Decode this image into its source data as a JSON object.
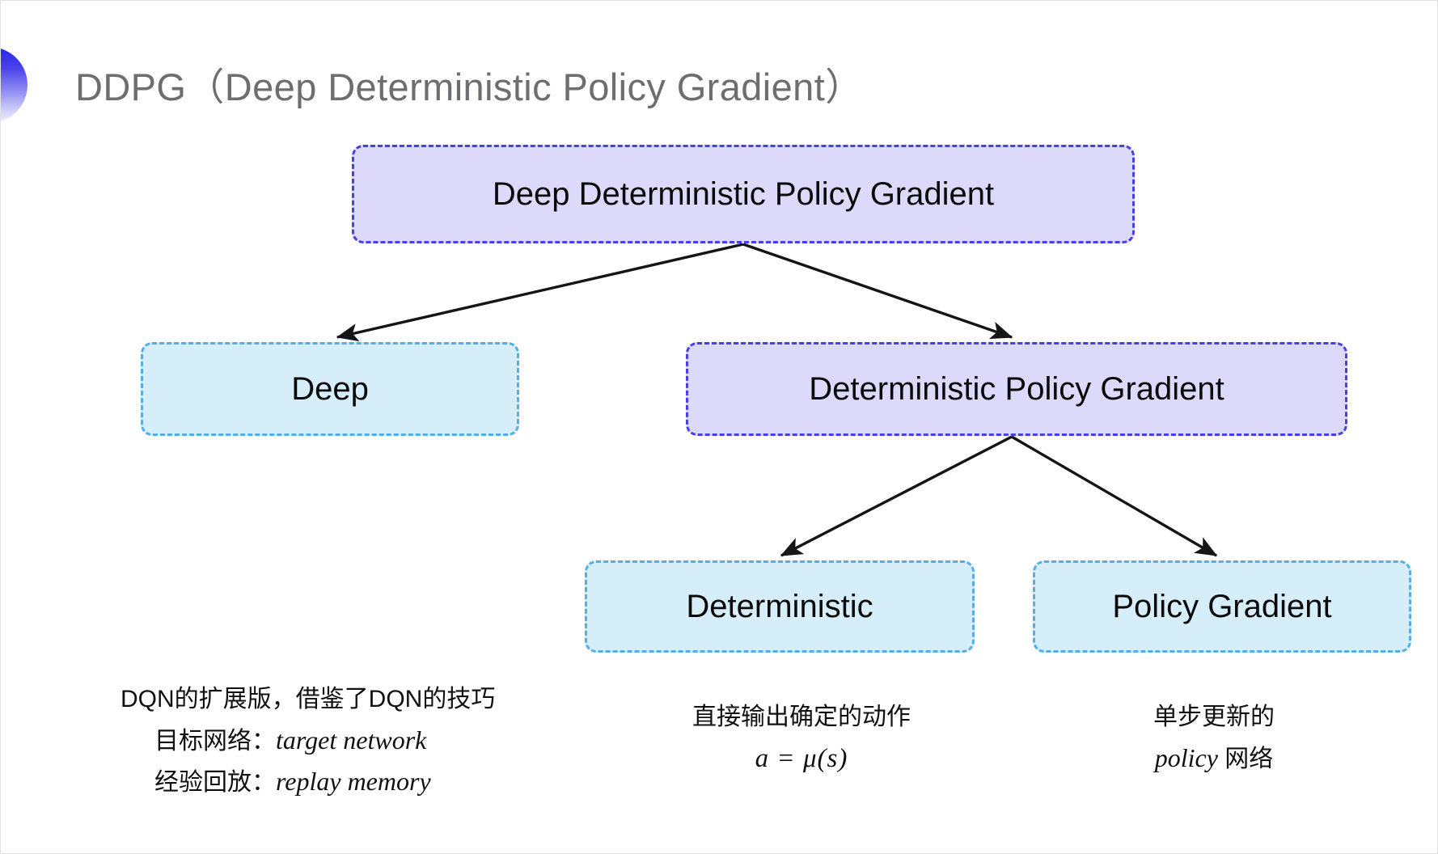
{
  "slide": {
    "title": "DDPG（Deep Deterministic Policy Gradient）",
    "bullet_icon": "half-circle-bullet-icon",
    "background_color": "#ffffff"
  },
  "colors": {
    "purple_fill": "#ddd9fb",
    "purple_border": "#4840e4",
    "blue_fill": "#d6edfa",
    "blue_border": "#56aee6",
    "title_text": "#6e6e72",
    "arrow": "#151515"
  },
  "diagram": {
    "type": "tree",
    "nodes": [
      {
        "id": "root",
        "label": "Deep Deterministic Policy Gradient",
        "style": "purple",
        "level": 0
      },
      {
        "id": "deep",
        "label": "Deep",
        "style": "blue",
        "level": 1
      },
      {
        "id": "dpg",
        "label": "Deterministic Policy Gradient",
        "style": "purple",
        "level": 1
      },
      {
        "id": "deterministic",
        "label": "Deterministic",
        "style": "blue",
        "level": 2
      },
      {
        "id": "policy_gradient",
        "label": "Policy Gradient",
        "style": "blue",
        "level": 2
      }
    ],
    "edges": [
      {
        "from": "root",
        "to": "deep"
      },
      {
        "from": "root",
        "to": "dpg"
      },
      {
        "from": "dpg",
        "to": "deterministic"
      },
      {
        "from": "dpg",
        "to": "policy_gradient"
      }
    ]
  },
  "captions": {
    "deep": {
      "line1": "DQN的扩展版，借鉴了DQN的技巧",
      "line2_label": "目标网络：",
      "line2_term": "target network",
      "line3_label": "经验回放：",
      "line3_term": "replay memory"
    },
    "deterministic": {
      "line1": "直接输出确定的动作",
      "formula": "a = μ(s)"
    },
    "policy_gradient": {
      "line1": "单步更新的",
      "line2_term": "policy",
      "line2_label": "网络"
    }
  }
}
